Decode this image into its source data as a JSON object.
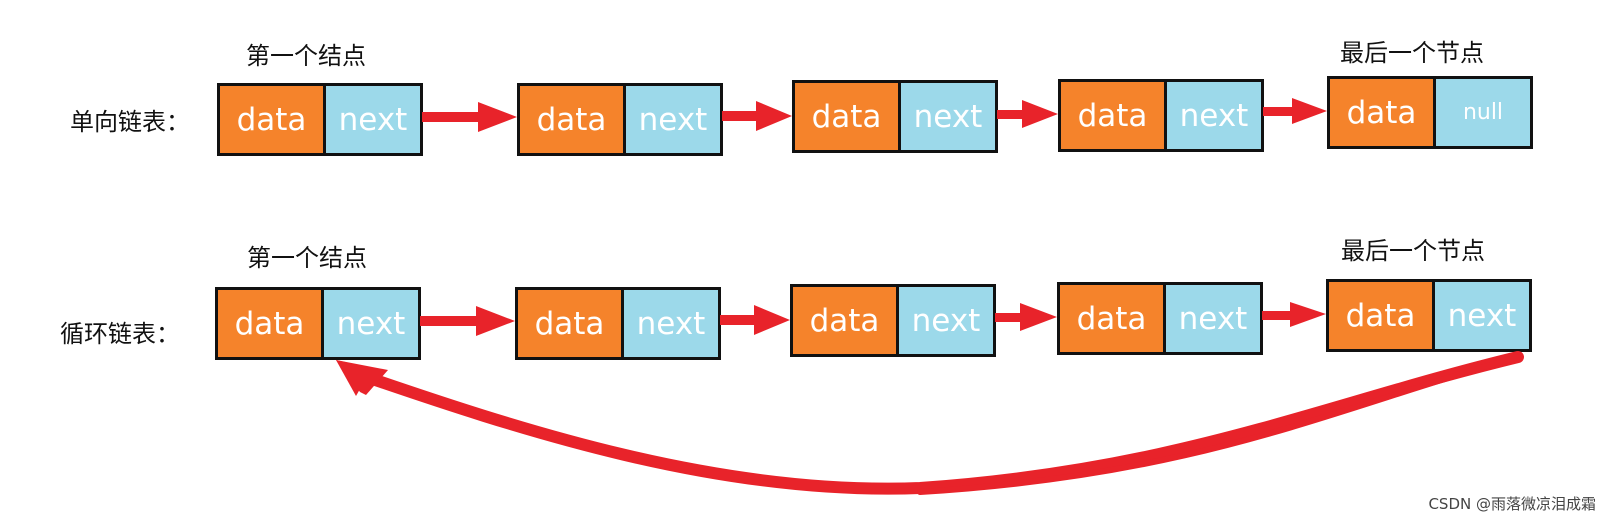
{
  "singly": {
    "label": "单向链表：",
    "first_caption": "第一个结点",
    "last_caption": "最后一个节点",
    "nodes": [
      {
        "data": "data",
        "next": "next"
      },
      {
        "data": "data",
        "next": "next"
      },
      {
        "data": "data",
        "next": "next"
      },
      {
        "data": "data",
        "next": "next"
      },
      {
        "data": "data",
        "next": "null"
      }
    ]
  },
  "circular": {
    "label": "循环链表：",
    "first_caption": "第一个结点",
    "last_caption": "最后一个节点",
    "nodes": [
      {
        "data": "data",
        "next": "next"
      },
      {
        "data": "data",
        "next": "next"
      },
      {
        "data": "data",
        "next": "next"
      },
      {
        "data": "data",
        "next": "next"
      },
      {
        "data": "data",
        "next": "next"
      }
    ]
  },
  "watermark": "CSDN @雨落微凉泪成霜",
  "colors": {
    "data_cell": "#f5832b",
    "next_cell": "#9cd9ea",
    "arrow": "#e8232a"
  }
}
